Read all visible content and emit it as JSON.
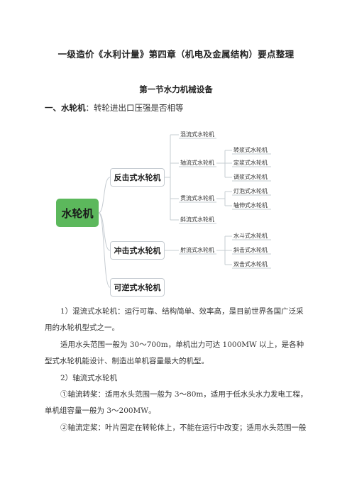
{
  "document": {
    "title": "一级造价《水利计量》第四章（机电及金属结构）要点整理",
    "section_title": "第一节水力机械设备",
    "heading_1": {
      "label": "一、水轮机",
      "note": "：转轮进出口压强是否相等"
    }
  },
  "mindmap": {
    "root": "水轮机",
    "branches": [
      {
        "label": "反击式水轮机",
        "children": [
          {
            "label": "混流式水轮机",
            "children": []
          },
          {
            "label": "轴流式水轮机",
            "children": [
              "转浆式水轮机",
              "定浆式水轮机",
              "调浆式水轮机"
            ]
          },
          {
            "label": "贯流式水轮机",
            "children": [
              "灯泡式水轮机",
              "轴伸式水轮机"
            ]
          },
          {
            "label": "斜流式水轮机",
            "children": []
          }
        ]
      },
      {
        "label": "冲击式水轮机",
        "children": [
          {
            "label": "射流式水轮机",
            "children": [
              "水斗式水轮机",
              "斜击式水轮机",
              "双击式水轮机"
            ]
          }
        ]
      },
      {
        "label": "可逆式水轮机",
        "children": []
      }
    ],
    "colors": {
      "root_fill": "#5cb85c",
      "connector": "#c6ccd2"
    }
  },
  "paragraphs": [
    "1）混流式水轮机：运行可靠、结构简单、效率高，是目前世界各国广泛采用的水轮机型式之一。",
    "适用水头范围一般为 30～700m，单机出力可达 1000MW 以上，是各种型式水轮机能设计、制造出单机容量最大的机型。",
    "2）轴流式水轮机",
    "①轴流转桨：适用水头范围一般为 3～80m，适用于低水头水力发电工程，单机组容量一般为 3～200MW。",
    "②轴流定桨：叶片固定在转轮体上，不能在运行中改变；适用水头范围一般"
  ]
}
